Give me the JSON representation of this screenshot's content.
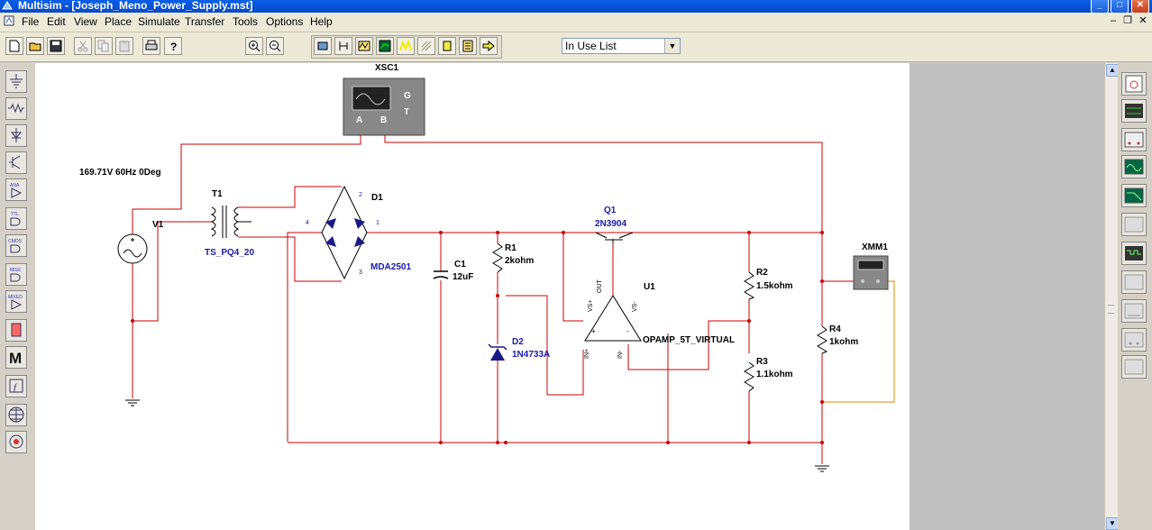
{
  "window": {
    "title": "Multisim - [Joseph_Meno_Power_Supply.mst]"
  },
  "menu": [
    "File",
    "Edit",
    "View",
    "Place",
    "Simulate",
    "Transfer",
    "Tools",
    "Options",
    "Help"
  ],
  "toolbar": {
    "dropdown_value": "In Use List"
  },
  "components": {
    "xsc1": {
      "name": "XSC1",
      "g": "G",
      "t": "T",
      "a": "A",
      "b": "B"
    },
    "v1": {
      "name": "V1",
      "value": "169.71V 60Hz 0Deg"
    },
    "t1": {
      "name": "T1",
      "model": "TS_PQ4_20"
    },
    "d1": {
      "name": "D1",
      "model": "MDA2501",
      "pin1": "1",
      "pin2": "2",
      "pin3": "3",
      "pin4": "4"
    },
    "c1": {
      "name": "C1",
      "value": "12uF"
    },
    "r1": {
      "name": "R1",
      "value": "2kohm"
    },
    "d2": {
      "name": "D2",
      "model": "1N4733A"
    },
    "q1": {
      "name": "Q1",
      "model": "2N3904"
    },
    "u1": {
      "name": "U1",
      "model": "OPAMP_5T_VIRTUAL",
      "out": "OUT",
      "vsp": "VS+",
      "vsm": "VS-",
      "inp": "IN+",
      "inm": "IN-",
      "plus": "+",
      "minus": "-"
    },
    "r2": {
      "name": "R2",
      "value": "1.5kohm"
    },
    "r3": {
      "name": "R3",
      "value": "1.1kohm"
    },
    "r4": {
      "name": "R4",
      "value": "1kohm"
    },
    "xmm1": {
      "name": "XMM1"
    }
  },
  "colors": {
    "wire": "#cc0000",
    "probe_wire": "#e08a00",
    "label_blue": "#1a1aaa",
    "component": "#000000"
  }
}
